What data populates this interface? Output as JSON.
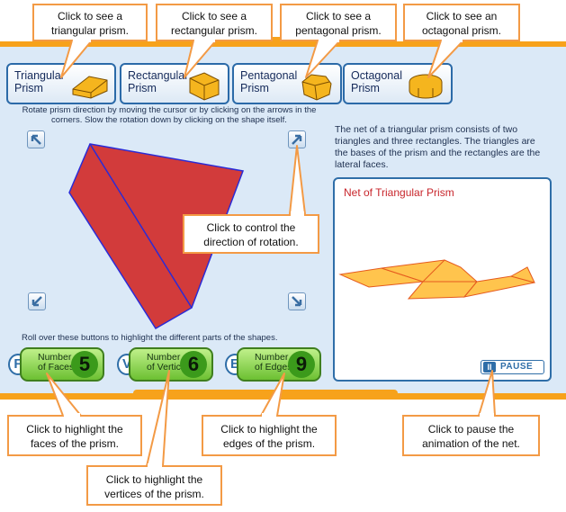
{
  "prism_tabs": [
    {
      "label": "Triangular Prism"
    },
    {
      "label": "Rectangular Prism"
    },
    {
      "label": "Pentagonal Prism"
    },
    {
      "label": "Octagonal Prism"
    }
  ],
  "instructions": "Rotate prism direction by moving the cursor or by clicking on the arrows in the corners. Slow the rotation down by clicking on the shape itself.",
  "rollover_hint": "Roll over these buttons to highlight the different parts of the shapes.",
  "stats": {
    "faces": {
      "letter": "F",
      "label_line1": "Number",
      "label_line2": "of Faces",
      "value": "5"
    },
    "vertices": {
      "letter": "V",
      "label_line1": "Number",
      "label_line2": "of Vertices",
      "value": "6"
    },
    "edges": {
      "letter": "E",
      "label_line1": "Number",
      "label_line2": "of Edges",
      "value": "9"
    }
  },
  "net_description": "The net of a triangular prism consists of two triangles and three rectangles. The triangles are the bases of the prism and the rectangles are the lateral faces.",
  "net_panel": {
    "title": "Net of Triangular Prism"
  },
  "pause_button": {
    "icon": "II",
    "label": "PAUSE"
  },
  "callouts": {
    "triangular": [
      "Click to see a",
      "triangular prism."
    ],
    "rectangular": [
      "Click to see a",
      "rectangular prism."
    ],
    "pentagonal": [
      "Click to see a",
      "pentagonal prism."
    ],
    "octagonal": [
      "Click to see an",
      "octagonal prism."
    ],
    "rotation": [
      "Click to control the",
      "direction of rotation."
    ],
    "faces": [
      "Click to highlight the",
      "faces of the prism."
    ],
    "vertices": [
      "Click to highlight the",
      "vertices of the prism."
    ],
    "edges": [
      "Click to highlight the",
      "edges of the prism."
    ],
    "pause": [
      "Click to pause the",
      "animation of the net."
    ]
  },
  "colors": {
    "accent_orange": "#f7a21b",
    "prism_red": "#d23b3b",
    "net_yellow": "#ffc44d",
    "panel_blue": "#2f6ea8",
    "stat_green": "#6cc032"
  }
}
